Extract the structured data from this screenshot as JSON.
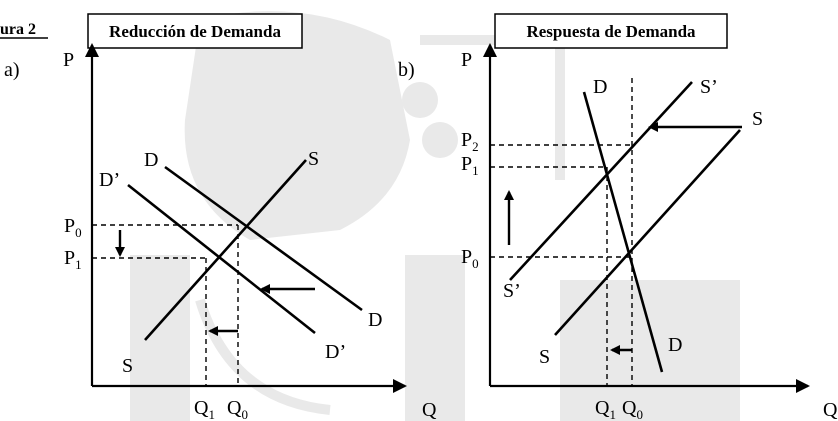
{
  "figure_label": "ura 2",
  "panels": [
    {
      "id": "a",
      "panel_label": "a)",
      "title": "Reducción de Demanda",
      "y_axis": "P",
      "x_axis": "Q",
      "curve_labels": {
        "supply_top": "S",
        "supply_bottom": "S",
        "demand_top": "D",
        "demand_bottom": "D",
        "demand_new_top": "D’",
        "demand_new_bottom": "D’"
      },
      "price_ticks": [
        {
          "main": "P",
          "sub": "0"
        },
        {
          "main": "P",
          "sub": "1"
        }
      ],
      "quantity_ticks": [
        {
          "main": "Q",
          "sub": "1"
        },
        {
          "main": "Q",
          "sub": "0"
        }
      ]
    },
    {
      "id": "b",
      "panel_label": "b)",
      "title": "Respuesta de Demanda",
      "y_axis": "P",
      "x_axis": "Q",
      "curve_labels": {
        "demand_top": "D",
        "demand_bottom": "D",
        "supply_top": "S",
        "supply_bottom": "S",
        "supply_new_top": "S’",
        "supply_new_bottom": "S’"
      },
      "price_ticks": [
        {
          "main": "P",
          "sub": "2"
        },
        {
          "main": "P",
          "sub": "1"
        },
        {
          "main": "P",
          "sub": "0"
        }
      ],
      "quantity_ticks": [
        {
          "main": "Q",
          "sub": "1"
        },
        {
          "main": "Q",
          "sub": "0"
        }
      ]
    }
  ]
}
